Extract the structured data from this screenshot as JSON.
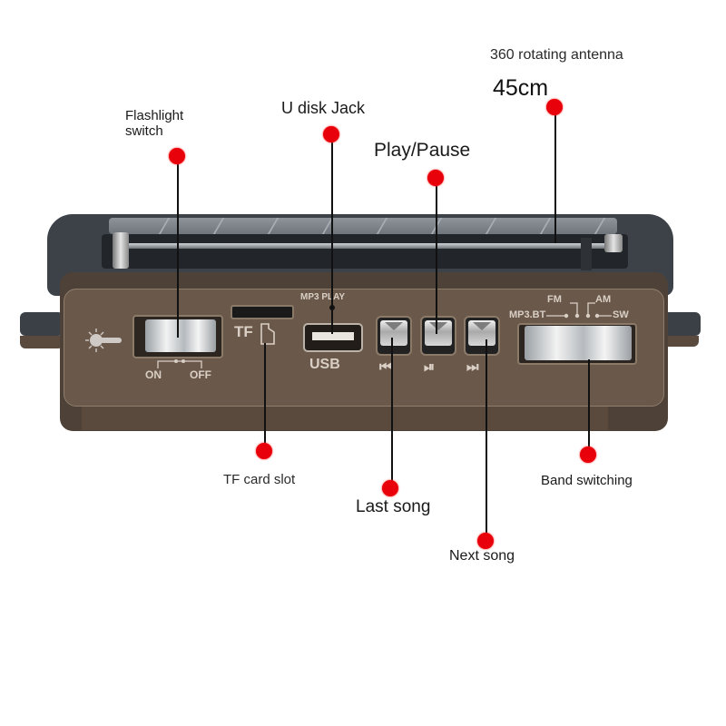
{
  "callouts": {
    "antenna": {
      "label": "360 rotating antenna",
      "size": "45cm"
    },
    "flashlight": {
      "label_line1": "Flashlight",
      "label_line2": "switch"
    },
    "u_disk": {
      "label": "U disk Jack"
    },
    "play_pause": {
      "label": "Play/Pause"
    },
    "tf_card": {
      "label": "TF card slot"
    },
    "last_song": {
      "label": "Last song"
    },
    "next_song": {
      "label": "Next song"
    },
    "band": {
      "label": "Band switching"
    }
  },
  "device": {
    "flashlight_switch": {
      "on": "ON",
      "off": "OFF",
      "icon": "sun-bulb-icon"
    },
    "tf_label": "TF",
    "mp3_play": "MP3 PLAY",
    "usb_label": "USB",
    "buttons": [
      {
        "name": "previous",
        "glyph": "⏮"
      },
      {
        "name": "play-pause",
        "glyph": "⏯"
      },
      {
        "name": "next",
        "glyph": "⏭"
      }
    ],
    "bands": {
      "mp3bt": "MP3.BT",
      "fm": "FM",
      "am": "AM",
      "sw": "SW"
    }
  },
  "colors": {
    "dot": "#e8000b",
    "panel": "#6a594b",
    "shell": "#3d4248",
    "panel_text": "#d9cfc5"
  }
}
